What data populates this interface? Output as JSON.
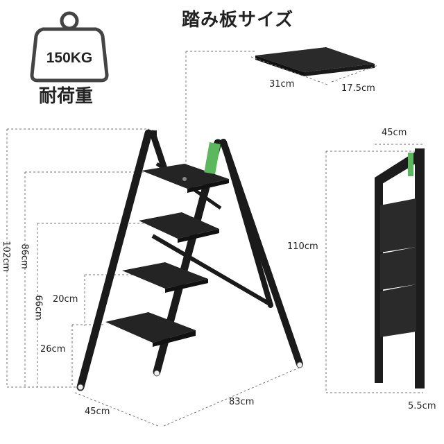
{
  "tread_title": "踏み板サイズ",
  "weight_value": "150KG",
  "load_caption": "耐荷重",
  "tread_dims": {
    "depth": "31cm",
    "width": "17.5cm"
  },
  "ladder_dims": {
    "total_height": "102cm",
    "top_step_height": "86cm",
    "mid_step_height": "66cm",
    "step_spacing": "20cm",
    "first_step_height": "26cm",
    "depth": "45cm",
    "base_width": "83cm"
  },
  "folded_dims": {
    "width": "45cm",
    "height": "110cm",
    "thickness": "5.5cm"
  },
  "colors": {
    "frame": "#1a1a1a",
    "tread": "#242424",
    "label_green": "#5cb85c",
    "dash": "#777777"
  }
}
